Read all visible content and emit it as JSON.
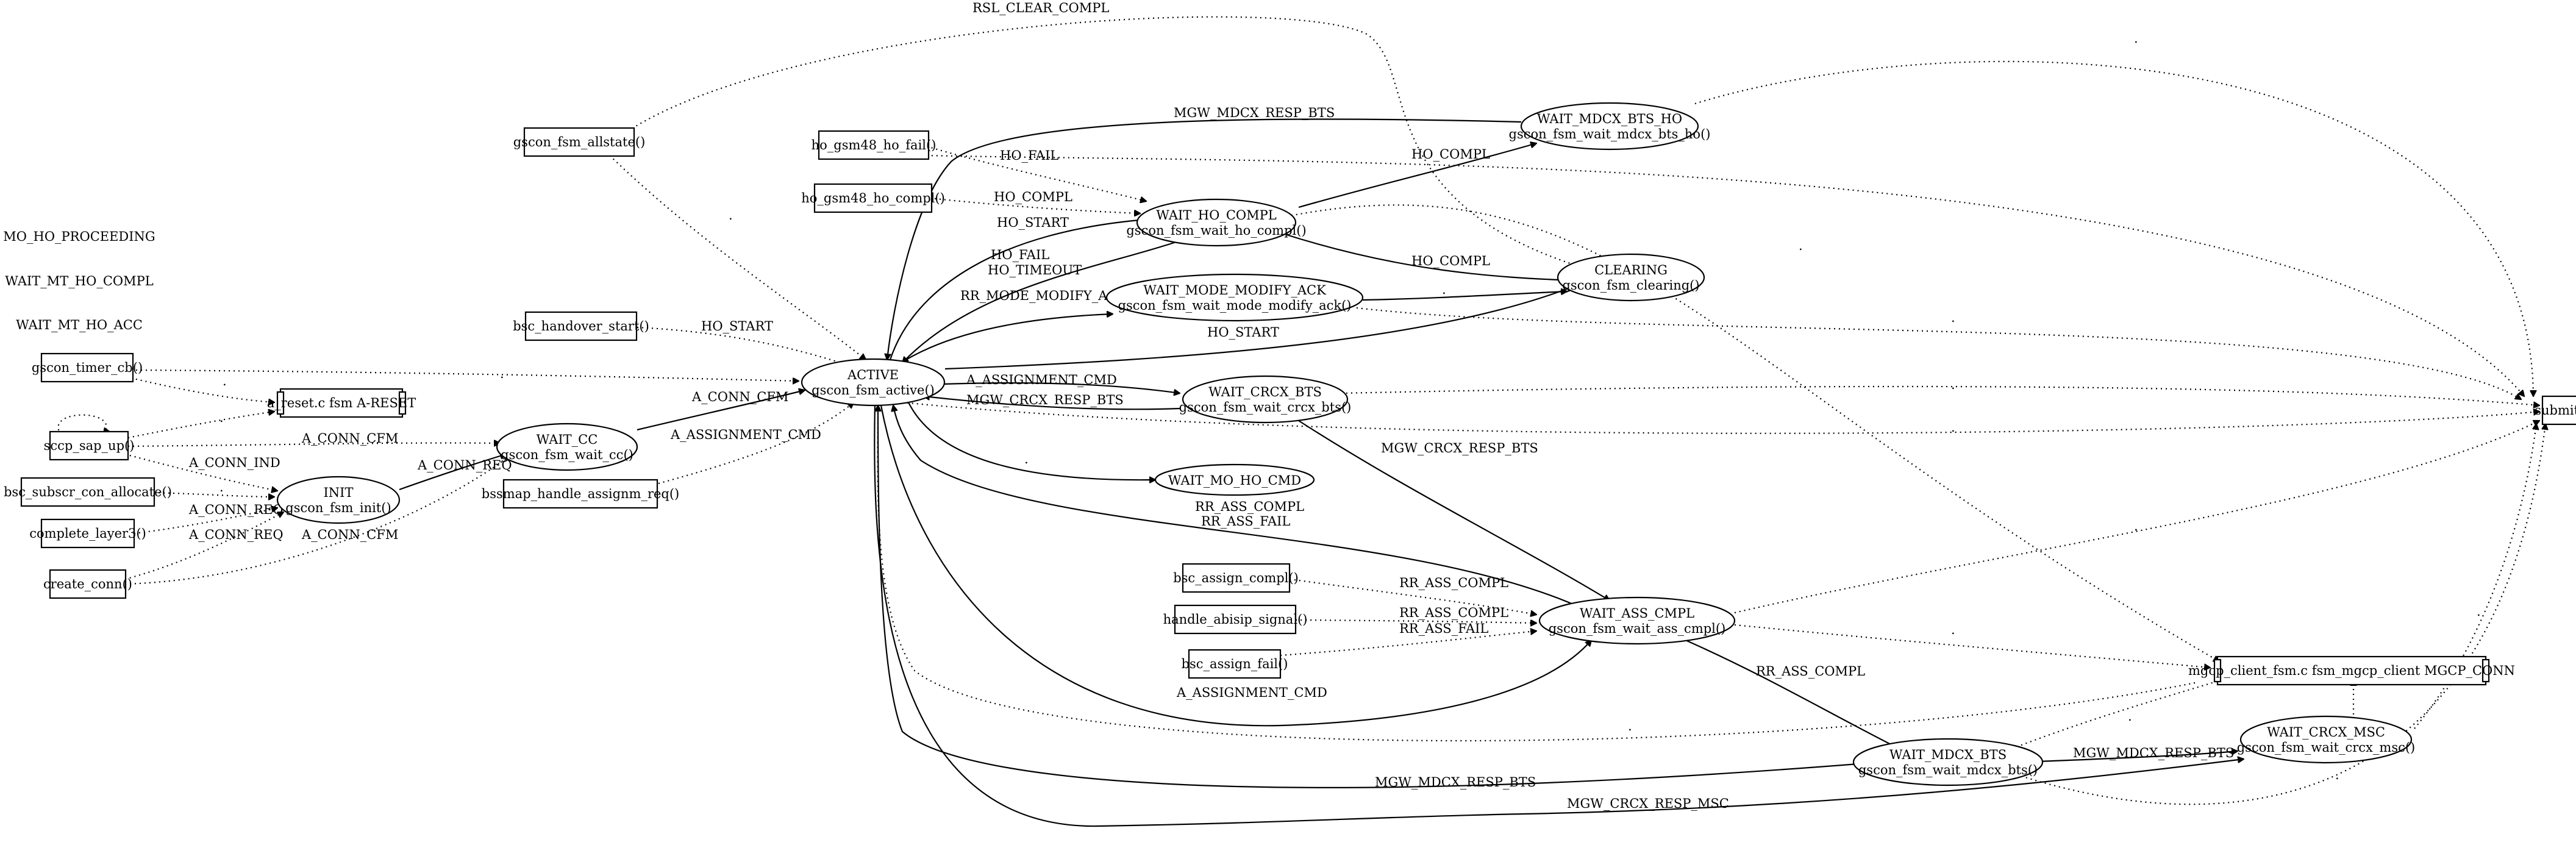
{
  "nodes": {
    "mo_ho_proceeding": {
      "label": "MO_HO_PROCEEDING"
    },
    "wait_mt_ho_compl": {
      "label": "WAIT_MT_HO_COMPL"
    },
    "wait_mt_ho_acc": {
      "label": "WAIT_MT_HO_ACC"
    },
    "gscon_timer_cb": {
      "label": "gscon_timer_cb()"
    },
    "sccp_sap_up": {
      "label": "sccp_sap_up()"
    },
    "bsc_subscr_con_allocate": {
      "label": "bsc_subscr_con_allocate()"
    },
    "complete_layer3": {
      "label": "complete_layer3()"
    },
    "create_conn": {
      "label": "create_conn()"
    },
    "a_reset": {
      "label": "a_reset.c fsm A-RESET"
    },
    "init": {
      "label": "INIT",
      "sub": "gscon_fsm_init()"
    },
    "wait_cc": {
      "label": "WAIT_CC",
      "sub": "gscon_fsm_wait_cc()"
    },
    "gscon_fsm_allstate": {
      "label": "gscon_fsm_allstate()"
    },
    "bsc_handover_start": {
      "label": "bsc_handover_start()"
    },
    "bssmap_handle_assignm_req": {
      "label": "bssmap_handle_assignm_req()"
    },
    "active": {
      "label": "ACTIVE",
      "sub": "gscon_fsm_active()"
    },
    "ho_gsm48_ho_fail": {
      "label": "ho_gsm48_ho_fail()"
    },
    "ho_gsm48_ho_compl": {
      "label": "ho_gsm48_ho_compl()"
    },
    "wait_ho_compl": {
      "label": "WAIT_HO_COMPL",
      "sub": "gscon_fsm_wait_ho_compl()"
    },
    "wait_mode_modify_ack": {
      "label": "WAIT_MODE_MODIFY_ACK",
      "sub": "gscon_fsm_wait_mode_modify_ack()"
    },
    "wait_crcx_bts": {
      "label": "WAIT_CRCX_BTS",
      "sub": "gscon_fsm_wait_crcx_bts()"
    },
    "wait_mo_ho_cmd": {
      "label": "WAIT_MO_HO_CMD"
    },
    "bsc_assign_compl": {
      "label": "bsc_assign_compl()"
    },
    "handle_abisip_signal": {
      "label": "handle_abisip_signal()"
    },
    "bsc_assign_fail": {
      "label": "bsc_assign_fail()"
    },
    "wait_ass_cmpl": {
      "label": "WAIT_ASS_CMPL",
      "sub": "gscon_fsm_wait_ass_cmpl()"
    },
    "wait_mdcx_bts_ho": {
      "label": "WAIT_MDCX_BTS_HO",
      "sub": "gscon_fsm_wait_mdcx_bts_ho()"
    },
    "clearing": {
      "label": "CLEARING",
      "sub": "gscon_fsm_clearing()"
    },
    "mgcp_client": {
      "label": "mgcp_client_fsm.c fsm_mgcp_client MGCP_CONN"
    },
    "wait_mdcx_bts": {
      "label": "WAIT_MDCX_BTS",
      "sub": "gscon_fsm_wait_mdcx_bts()"
    },
    "wait_crcx_msc": {
      "label": "WAIT_CRCX_MSC",
      "sub": "gscon_fsm_wait_crcx_msc()"
    },
    "submit_dtap": {
      "label": "submit_dtap()"
    }
  },
  "edge_labels": {
    "rsl_clear_compl": "RSL_CLEAR_COMPL",
    "mgw_mdcx_resp_bts_ho": "MGW_MDCX_RESP_BTS",
    "ho_fail_1": "HO_FAIL",
    "ho_compl_1": "HO_COMPL",
    "ho_compl_2": "HO_COMPL",
    "ho_start_1": "HO_START",
    "ho_fail_timeout": "HO_FAIL\nHO_TIMEOUT",
    "ho_compl_3": "HO_COMPL",
    "rr_mode_modify_ack": "RR_MODE_MODIFY_ACK",
    "ho_start_2": "HO_START",
    "ho_start_3": "HO_START",
    "a_assignment_cmd_1": "A_ASSIGNMENT_CMD",
    "mgw_crcx_resp_bts_1": "MGW_CRCX_RESP_BTS",
    "a_conn_cfm_1": "A_CONN_CFM",
    "a_conn_cfm_2": "A_CONN_CFM",
    "a_assignment_cmd_2": "A_ASSIGNMENT_CMD",
    "a_conn_req_1": "A_CONN_REQ",
    "a_conn_ind": "A_CONN_IND",
    "a_conn_req_2": "A_CONN_REQ",
    "a_conn_req_3": "A_CONN_REQ",
    "a_conn_cfm_3": "A_CONN_CFM",
    "mgw_crcx_resp_bts_2": "MGW_CRCX_RESP_BTS",
    "rr_ass_compl_fail": "RR_ASS_COMPL\nRR_ASS_FAIL",
    "rr_ass_compl_1": "RR_ASS_COMPL",
    "rr_ass_compl_2": "RR_ASS_COMPL",
    "rr_ass_fail": "RR_ASS_FAIL",
    "rr_ass_compl_3": "RR_ASS_COMPL",
    "a_assignment_cmd_3": "A_ASSIGNMENT_CMD",
    "mgw_mdcx_resp_bts_2": "MGW_MDCX_RESP_BTS",
    "mgw_mdcx_resp_bts_3": "MGW_MDCX_RESP_BTS",
    "mgw_crcx_resp_msc": "MGW_CRCX_RESP_MSC",
    "dot": "."
  }
}
